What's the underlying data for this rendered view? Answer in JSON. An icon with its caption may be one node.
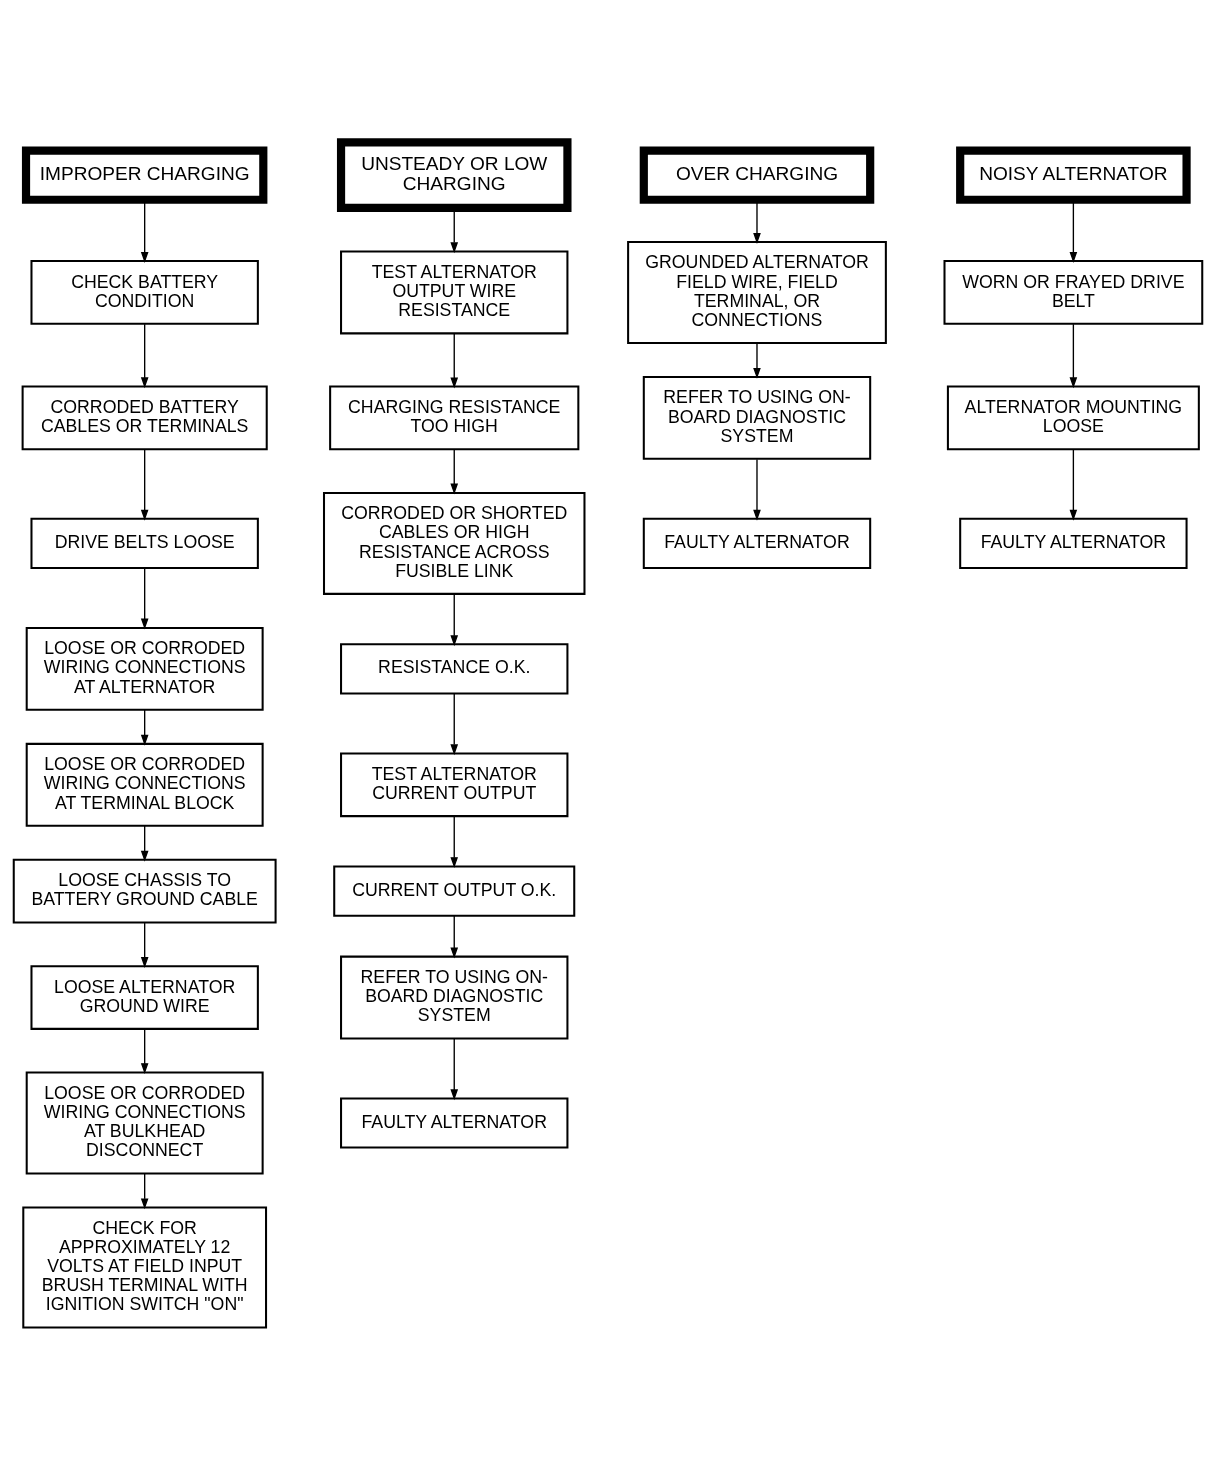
{
  "diagram": {
    "nodes": [
      {
        "text": [
          "IMPROPER CHARGING"
        ]
      },
      {
        "text": [
          "CHECK BATTERY CONDITION"
        ]
      },
      {
        "text": [
          "CORRODED BATTERY CABLES OR TERMINALS"
        ]
      },
      {
        "text": [
          "DRIVE BELTS LOOSE"
        ]
      },
      {
        "text": [
          "LOOSE OR CORRODED WIRING CONNECTIONS AT ALTERNATOR"
        ]
      },
      {
        "text": [
          "LOOSE OR CORRODED WIRING CONNECTIONS AT TERMINAL BLOCK"
        ]
      },
      {
        "text": [
          "LOOSE CHASSIS TO BATTERY GROUND CABLE"
        ]
      },
      {
        "text": [
          "LOOSE ALTERNATOR GROUND WIRE"
        ]
      },
      {
        "text": [
          "LOOSE OR CORRODED WIRING CONNECTIONS AT BULKHEAD DISCONNECT"
        ]
      },
      {
        "text": [
          "CHECK FOR APPROXIMATELY 12 VOLTS AT FIELD INPUT BRUSH TERMINAL WITH IGNITION SWITCH \"ON\""
        ]
      },
      {
        "text": [
          "UNSTEADY OR LOW CHARGING"
        ]
      },
      {
        "text": [
          "TEST ALTERNATOR OUTPUT WIRE RESISTANCE"
        ]
      },
      {
        "text": [
          "CHARGING RESISTANCE TOO HIGH"
        ]
      },
      {
        "text": [
          "CORRODED OR SHORTED CABLES OR HIGH RESISTANCE ACROSS FUSIBLE LINK"
        ]
      },
      {
        "text": [
          "RESISTANCE O.K."
        ]
      },
      {
        "text": [
          "TEST ALTERNATOR CURRENT OUTPUT"
        ]
      },
      {
        "text": [
          "CURRENT OUTPUT O.K."
        ]
      },
      {
        "text": [
          "REFER TO USING ON-BOARD DIAGNOSTIC SYSTEM"
        ]
      },
      {
        "text": [
          "FAULTY ALTERNATOR"
        ]
      },
      {
        "text": [
          "OVER CHARGING"
        ]
      },
      {
        "text": [
          "GROUNDED ALTERNATOR FIELD WIRE, FIELD TERMINAL, OR CONNECTIONS"
        ]
      },
      {
        "text": [
          "REFER TO USING ON-BOARD DIAGNOSTIC SYSTEM"
        ]
      },
      {
        "text": [
          "FAULTY ALTERNATOR"
        ]
      },
      {
        "text": [
          "NOISY ALTERNATOR"
        ]
      },
      {
        "text": [
          "WORN OR FRAYED DRIVE BELT"
        ]
      },
      {
        "text": [
          "ALTERNATOR MOUNTING LOOSE"
        ]
      },
      {
        "text": [
          "FAULTY ALTERNATOR"
        ]
      }
    ],
    "edges": [
      {
        "from": 0,
        "to": 1,
        "arrow": "to"
      },
      {
        "from": 1,
        "to": 2,
        "arrow": "to"
      },
      {
        "from": 2,
        "to": 3,
        "arrow": "to"
      },
      {
        "from": 3,
        "to": 4,
        "arrow": "to"
      },
      {
        "from": 4,
        "to": 5,
        "arrow": "to"
      },
      {
        "from": 5,
        "to": 6,
        "arrow": "to"
      },
      {
        "from": 6,
        "to": 7,
        "arrow": "to"
      },
      {
        "from": 7,
        "to": 8,
        "arrow": "to"
      },
      {
        "from": 8,
        "to": 9,
        "arrow": "to"
      },
      {
        "from": 10,
        "to": 11,
        "arrow": "to"
      },
      {
        "from": 11,
        "to": 12,
        "arrow": "to"
      },
      {
        "from": 12,
        "to": 13,
        "arrow": "to"
      },
      {
        "from": 13,
        "to": 14,
        "arrow": "to"
      },
      {
        "from": 14,
        "to": 15,
        "arrow": "to"
      },
      {
        "from": 15,
        "to": 16,
        "arrow": "to"
      },
      {
        "from": 16,
        "to": 17,
        "arrow": "to"
      },
      {
        "from": 17,
        "to": 18,
        "arrow": "to"
      },
      {
        "from": 19,
        "to": 20,
        "arrow": "to"
      },
      {
        "from": 20,
        "to": 21,
        "arrow": "to"
      },
      {
        "from": 21,
        "to": 22,
        "arrow": "to"
      },
      {
        "from": 23,
        "to": 24,
        "arrow": "to"
      },
      {
        "from": 24,
        "to": 25,
        "arrow": "to"
      },
      {
        "from": 25,
        "to": 26,
        "arrow": "to"
      }
    ]
  }
}
